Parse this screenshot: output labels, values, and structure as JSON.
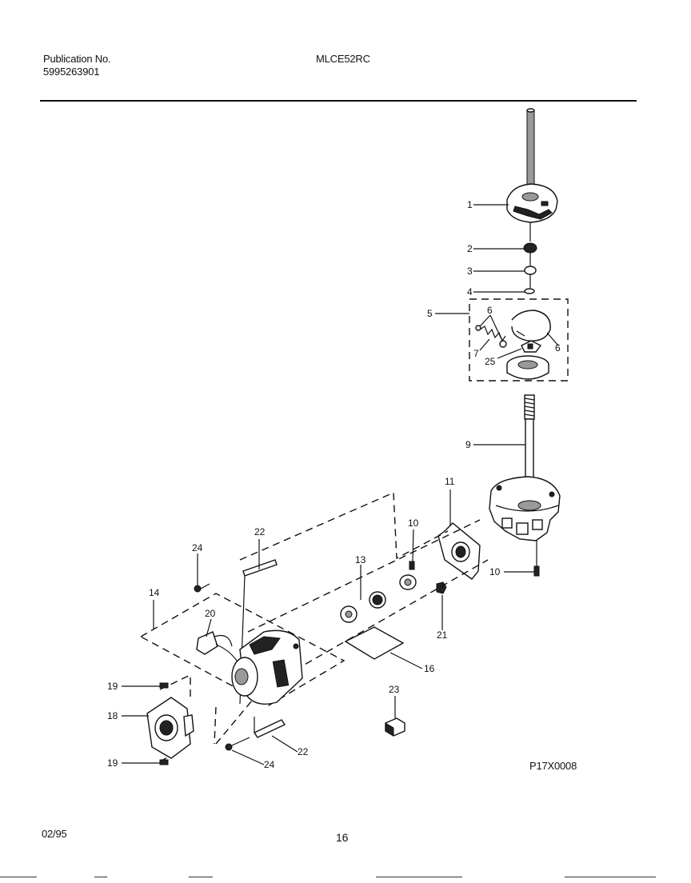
{
  "header": {
    "publication_label": "Publication No.",
    "publication_number": "5995263901",
    "model": "MLCE52RC"
  },
  "footer": {
    "date": "02/95",
    "page_number": "16",
    "figure_code": "P17X0008"
  },
  "callouts": {
    "c1": "1",
    "c2": "2",
    "c3": "3",
    "c4": "4",
    "c5": "5",
    "c6a": "6",
    "c6b": "6",
    "c7": "7",
    "c25": "25",
    "c9": "9",
    "c11": "11",
    "c10a": "10",
    "c10b": "10",
    "c13": "13",
    "c22a": "22",
    "c24a": "24",
    "c14": "14",
    "c20": "20",
    "c21": "21",
    "c16": "16",
    "c23": "23",
    "c19a": "19",
    "c18": "18",
    "c19b": "19",
    "c22b": "22",
    "c24b": "24"
  }
}
